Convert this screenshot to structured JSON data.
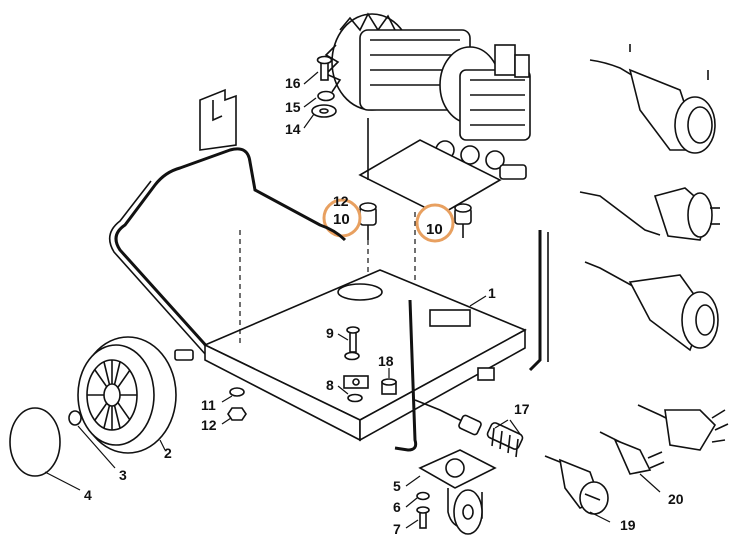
{
  "diagram": {
    "parts": [
      {
        "id": "frame",
        "label": "1"
      },
      {
        "id": "wheel",
        "label": "2"
      },
      {
        "id": "wheel-cap",
        "label": "3"
      },
      {
        "id": "hub-disc",
        "label": "4"
      },
      {
        "id": "caster-wheel",
        "label": "5"
      },
      {
        "id": "caster-washer",
        "label": "6"
      },
      {
        "id": "caster-bolt",
        "label": "7"
      },
      {
        "id": "frame-washer",
        "label": "8"
      },
      {
        "id": "frame-bolt",
        "label": "9"
      },
      {
        "id": "rubber-mount-left",
        "label": "10"
      },
      {
        "id": "rubber-mount-right",
        "label": "10"
      },
      {
        "id": "axle-washer",
        "label": "11"
      },
      {
        "id": "axle-nut",
        "label": "12"
      },
      {
        "id": "mount-label-12",
        "label": "12"
      },
      {
        "id": "pump-washer",
        "label": "14"
      },
      {
        "id": "pump-spring-washer",
        "label": "15"
      },
      {
        "id": "pump-bolt",
        "label": "16"
      },
      {
        "id": "power-cable",
        "label": "17"
      },
      {
        "id": "cable-gland",
        "label": "18"
      },
      {
        "id": "schuko-plug",
        "label": "19"
      },
      {
        "id": "au-plug",
        "label": "20"
      }
    ],
    "highlight_color": "#e8a060"
  }
}
